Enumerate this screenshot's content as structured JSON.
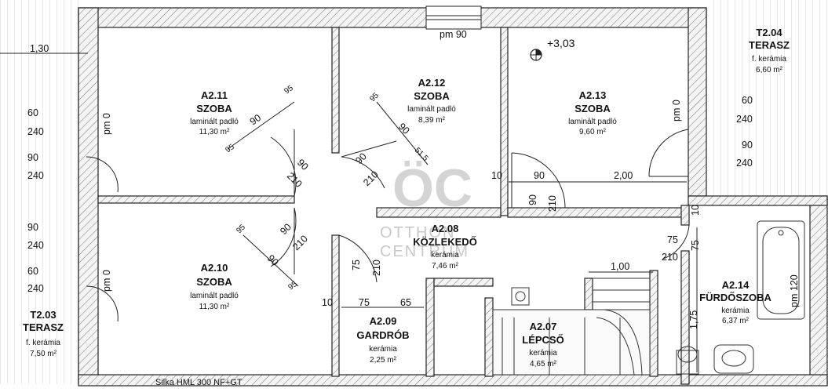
{
  "rooms": {
    "r211": {
      "code": "A2.11",
      "name": "SZOBA",
      "floor": "laminált padló",
      "area": "11,30 m²"
    },
    "r212": {
      "code": "A2.12",
      "name": "SZOBA",
      "floor": "laminált padló",
      "area": "8,39 m²"
    },
    "r213": {
      "code": "A2.13",
      "name": "SZOBA",
      "floor": "laminált padló",
      "area": "9,60 m²"
    },
    "r210": {
      "code": "A2.10",
      "name": "SZOBA",
      "floor": "laminált padló",
      "area": "11,30 m²"
    },
    "r208": {
      "code": "A2.08",
      "name": "KÖZLEKEDŐ",
      "floor": "kerámia",
      "area": "7,46 m²"
    },
    "r209": {
      "code": "A2.09",
      "name": "GARDRÓB",
      "floor": "kerámia",
      "area": "2,25 m²"
    },
    "r207": {
      "code": "A2.07",
      "name": "LÉPCSŐ",
      "floor": "kerámia",
      "area": "4,65 m²"
    },
    "r214": {
      "code": "A2.14",
      "name": "FÜRDŐSZOBA",
      "floor": "kerámia",
      "area": "6,37 m²"
    },
    "t204": {
      "code": "T2.04",
      "name": "TERASZ",
      "floor": "f. kerámia",
      "area": "6,60 m²"
    },
    "t203": {
      "code": "T2.03",
      "name": "TERASZ",
      "floor": "f. kerámia",
      "area": "7,50 m²"
    }
  },
  "dims": {
    "d130": "1,30",
    "pm90": "pm 90",
    "elev": "+3,03",
    "pm0_left1": "pm 0",
    "pm0_left2": "pm 0",
    "pm0_right": "pm 0",
    "l60a": "60",
    "l240a": "240",
    "l90a": "90",
    "l240b": "240",
    "l90b": "90",
    "l240c": "240",
    "l60b": "60",
    "l240d": "240",
    "r60": "60",
    "r240a": "240",
    "r90": "90",
    "r240b": "240",
    "d90_211": "90",
    "d95_211a": "95",
    "d95_211b": "95",
    "d90_211b": "90",
    "d210_211": "210",
    "d95_212": "95",
    "d90_212": "90",
    "d51_212": "51,5",
    "d90_212b": "90",
    "d210_212": "210",
    "d10_213": "10",
    "d90_213": "90",
    "d200_213": "2,00",
    "d90_213b": "90",
    "d210_213": "210",
    "d95_210a": "95",
    "d90_210": "90",
    "d210_210": "210",
    "d90_210b": "90",
    "d95_210b": "95",
    "d75_209": "75",
    "d210_209": "210",
    "d10_209": "10",
    "d75_209b": "75",
    "d65_209": "65",
    "d100": "1,00",
    "d75_214": "75",
    "d210_214": "210",
    "d75_214b": "75",
    "d10_214": "10",
    "d175": "1,75",
    "d120": "pm 120",
    "wall_note": "Silka HML 300 NF+GT"
  },
  "watermark": {
    "line1": "OTTHON",
    "line2": "CENTRUM"
  }
}
